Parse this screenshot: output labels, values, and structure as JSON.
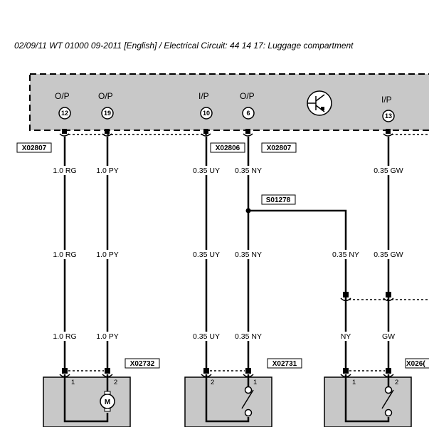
{
  "header": {
    "title": "02/09/11  WT 01000 09-2011 [English] / Electrical Circuit: 44 14 17: Luggage compartment"
  },
  "module": {
    "pins": [
      {
        "label": "O/P",
        "number": "12"
      },
      {
        "label": "O/P",
        "number": "19"
      },
      {
        "label": "I/P",
        "number": "10"
      },
      {
        "label": "O/P",
        "number": "6"
      },
      {
        "label": "I/P",
        "number": "13"
      }
    ],
    "ground_icon": "ground-symbol-icon"
  },
  "connectors": {
    "x02807_left": "X02807",
    "x02806": "X02806",
    "x02807_right": "X02807",
    "x02732": "X02732",
    "x02731": "X02731",
    "x0260_partial": "X026("
  },
  "splice": {
    "id": "S01278"
  },
  "wire_labels": {
    "row1": [
      "1.0 RG",
      "1.0 PY",
      "0.35 UY",
      "0.35 NY",
      "0.35 GW"
    ],
    "row2": [
      "1.0 RG",
      "1.0 PY",
      "0.35 UY",
      "0.35 NY",
      "0.35 NY",
      "0.35 GW"
    ],
    "row3": [
      "1.0 RG",
      "1.0 PY",
      "0.35 UY",
      "0.35 NY",
      "NY",
      "GW"
    ]
  },
  "components": {
    "motor": {
      "pin_left": "1",
      "pin_right": "2",
      "symbol": "M"
    },
    "switch_a": {
      "pin_left": "2",
      "pin_right": "1"
    },
    "switch_b": {
      "pin_left": "1",
      "pin_right": "2"
    }
  },
  "colors": {
    "module_fill": "#c8c8c8",
    "component_fill": "#c8c8c8",
    "wire": "#000000"
  }
}
